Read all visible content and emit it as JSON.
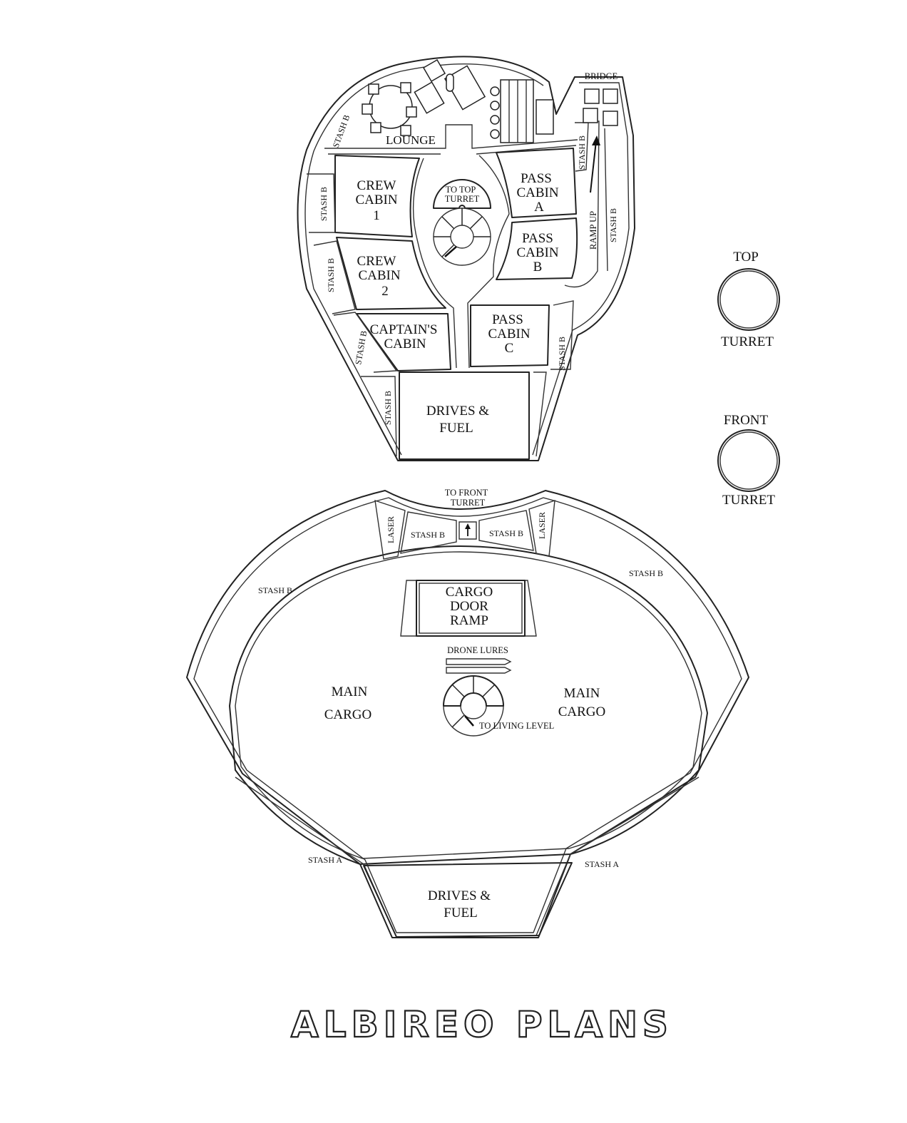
{
  "title": "ALBIREO PLANS",
  "upper_deck": {
    "bridge": "BRIDGE",
    "lounge": "LOUNGE",
    "crew_cabin_1": [
      "CREW",
      "CABIN",
      "1"
    ],
    "crew_cabin_2": [
      "CREW",
      "CABIN",
      "2"
    ],
    "captains_cabin": [
      "CAPTAIN'S",
      "CABIN"
    ],
    "pass_cabin_a": [
      "PASS",
      "CABIN",
      "A"
    ],
    "pass_cabin_b": [
      "PASS",
      "CABIN",
      "B"
    ],
    "pass_cabin_c": [
      "PASS",
      "CABIN",
      "C"
    ],
    "to_top_turret": [
      "TO TOP",
      "TURRET"
    ],
    "ramp_up": "RAMP UP",
    "drives_fuel": [
      "DRIVES &",
      "FUEL"
    ],
    "stash_b": "STASH B"
  },
  "turrets": {
    "top": [
      "TOP",
      "TURRET"
    ],
    "front": [
      "FRONT",
      "TURRET"
    ]
  },
  "lower_deck": {
    "to_front_turret": [
      "TO FRONT",
      "TURRET"
    ],
    "laser": "LASER",
    "stash_b": "STASH B",
    "stash_a": "STASH A",
    "cargo_door_ramp": [
      "CARGO",
      "DOOR",
      "RAMP"
    ],
    "drone_lures": "DRONE LURES",
    "main_cargo": [
      "MAIN",
      "CARGO"
    ],
    "to_living_level": "TO LIVING LEVEL",
    "drives_fuel": [
      "DRIVES &",
      "FUEL"
    ]
  }
}
